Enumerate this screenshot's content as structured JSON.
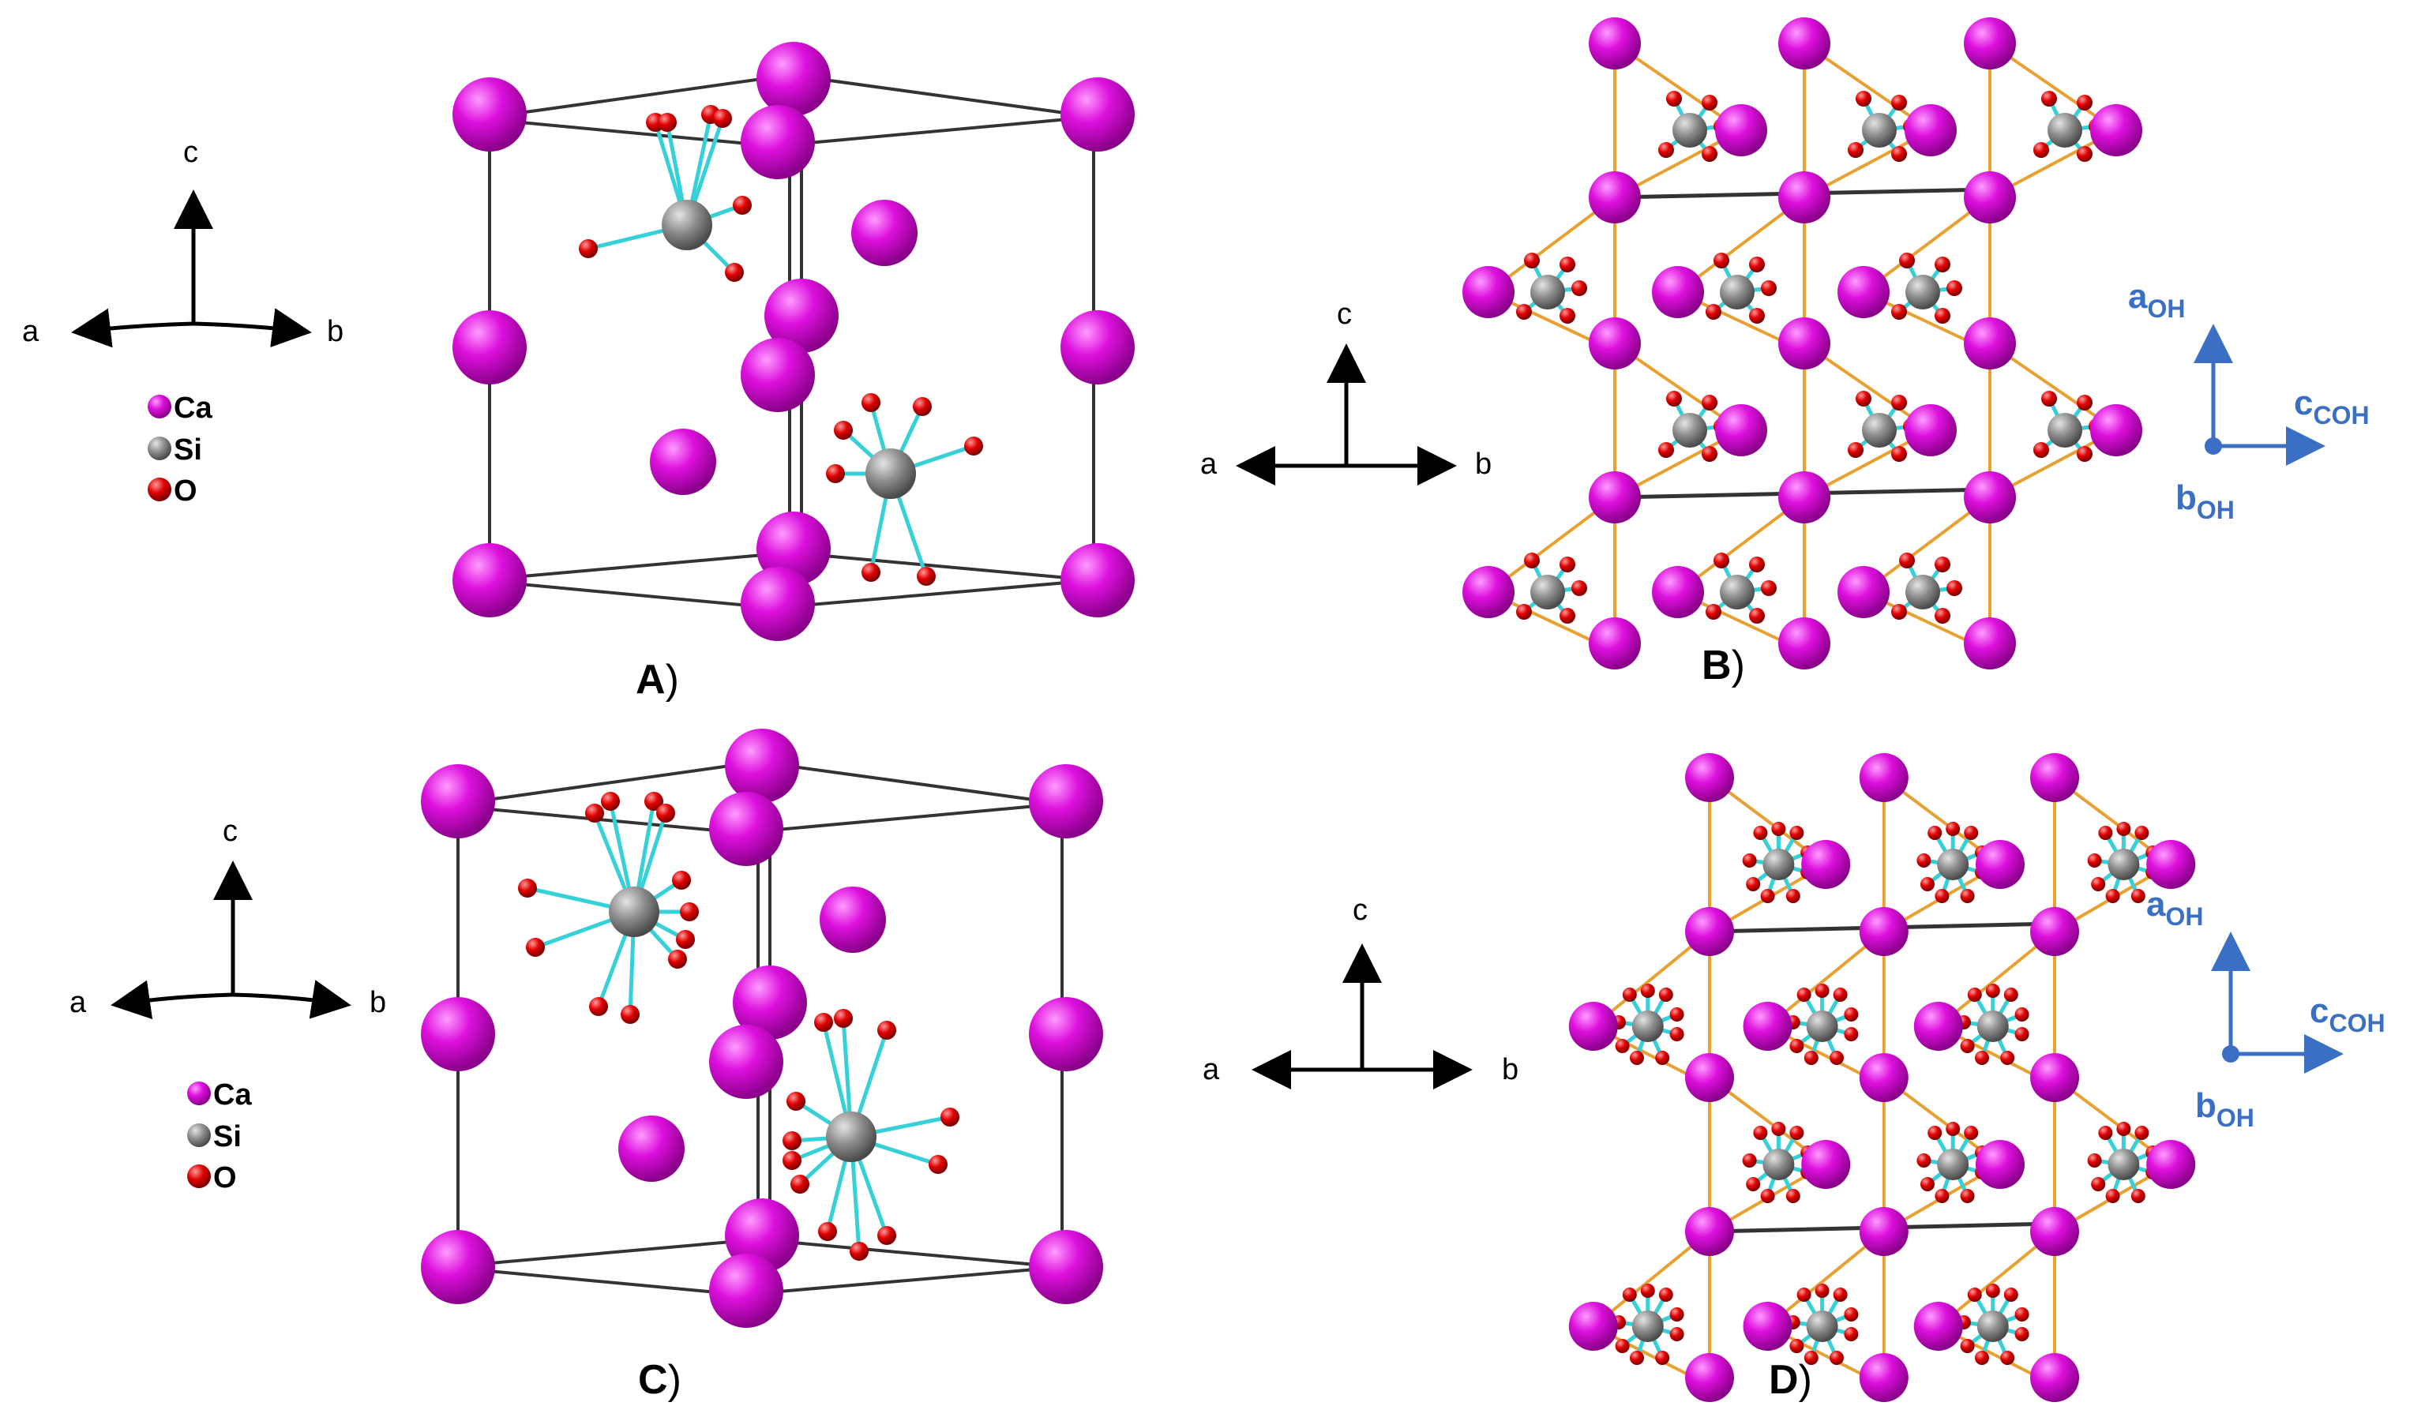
{
  "legend": {
    "items": [
      {
        "label": "Ca",
        "color": "#cc00cc"
      },
      {
        "label": "Si",
        "color": "#8a8a8a"
      },
      {
        "label": "O",
        "color": "#e00000"
      }
    ]
  },
  "axes": {
    "c": "c",
    "a": "a",
    "b": "b"
  },
  "oh_axes": {
    "a_main": "a",
    "a_sub": "OH",
    "c_main": "c",
    "c_sub": "COH",
    "b_main": "b",
    "b_sub": "OH"
  },
  "panels": [
    {
      "letter": "A",
      "paren": ")"
    },
    {
      "letter": "B",
      "paren": ")"
    },
    {
      "letter": "C",
      "paren": ")"
    },
    {
      "letter": "D",
      "paren": ")"
    }
  ],
  "colors": {
    "ca": "#cc00cc",
    "si": "#8a8a8a",
    "o": "#e00000",
    "bond": "#35d0d8",
    "framework": "#e8a030",
    "cell": "#333333",
    "oh_axis": "#3a6fc4"
  }
}
